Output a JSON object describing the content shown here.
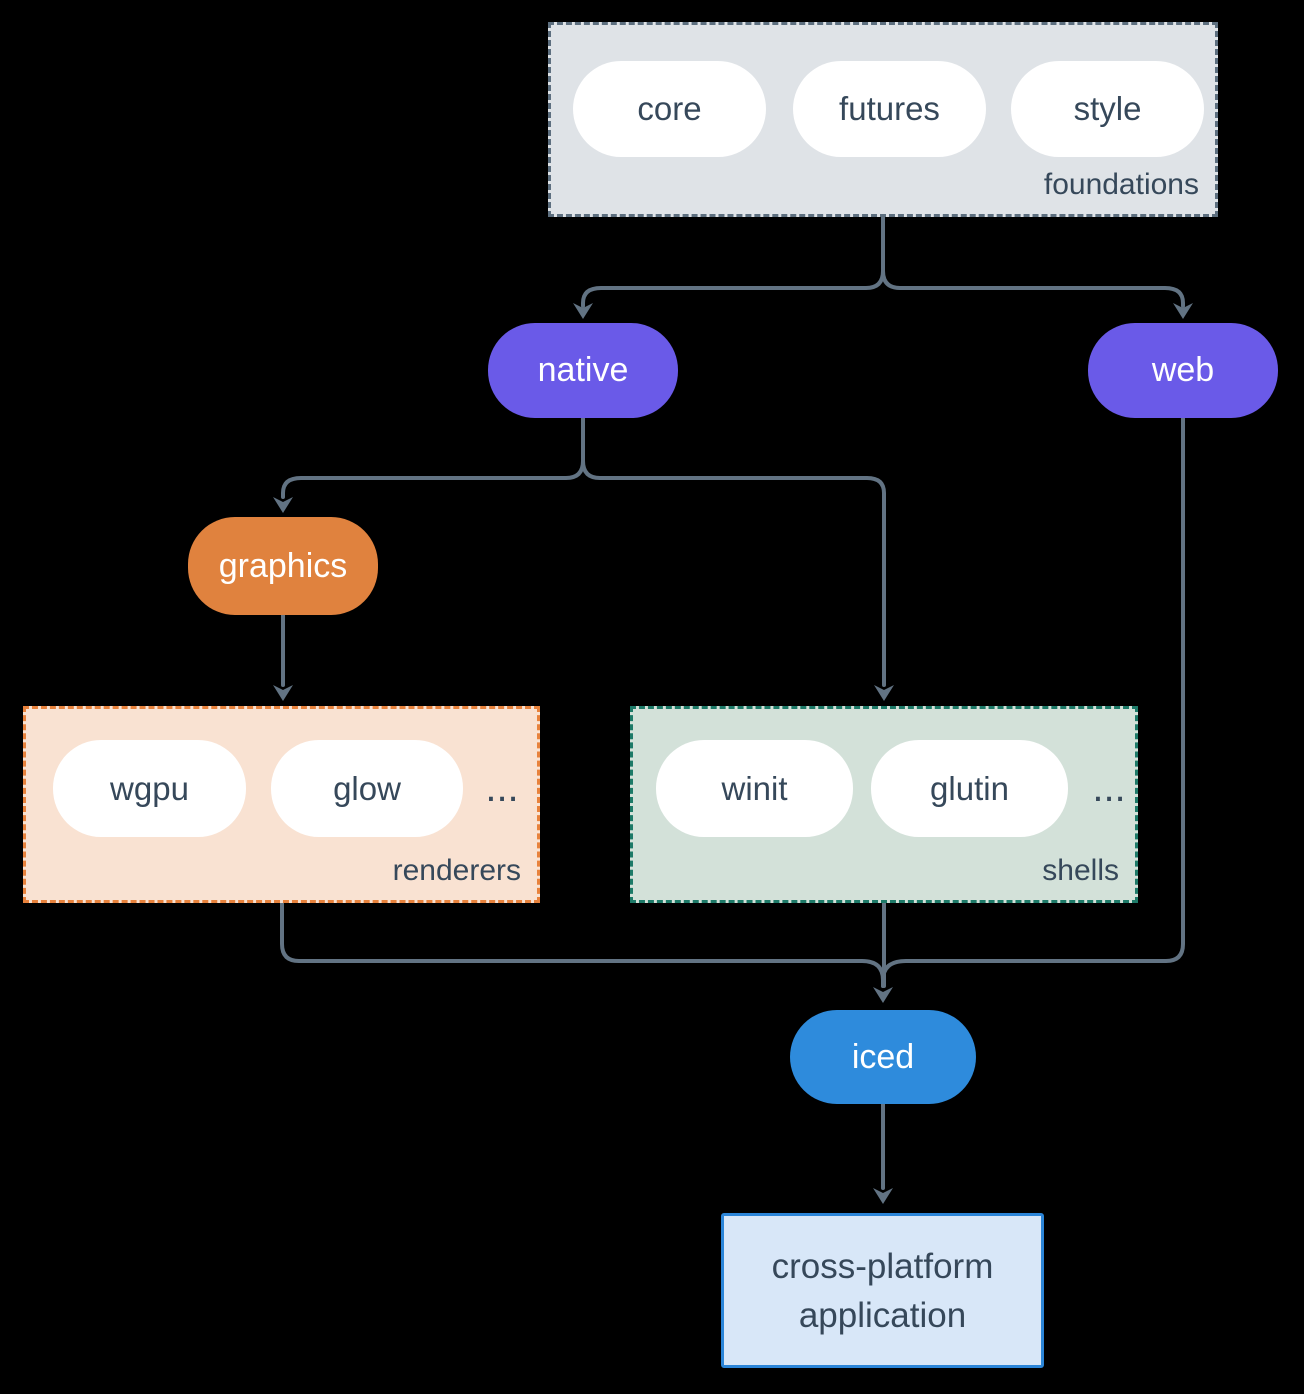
{
  "foundations": {
    "label": "foundations",
    "items": [
      "core",
      "futures",
      "style"
    ]
  },
  "nodes": {
    "native": "native",
    "web": "web",
    "graphics": "graphics",
    "iced": "iced"
  },
  "renderers": {
    "label": "renderers",
    "items": [
      "wgpu",
      "glow"
    ],
    "more": "..."
  },
  "shells": {
    "label": "shells",
    "items": [
      "winit",
      "glutin"
    ],
    "more": "..."
  },
  "application": {
    "label": "cross-platform application"
  },
  "colors": {
    "background": "#000000",
    "connector": "#627383",
    "text_dark": "#36485a",
    "node_purple": "#6a5ae8",
    "node_orange": "#e0823e",
    "node_blue": "#2e8bdc",
    "foundations_fill": "#dfe3e7",
    "foundations_border": "#5d6f7f",
    "renderers_fill": "#f9e2d2",
    "renderers_border": "#e8823c",
    "shells_fill": "#d3e1d9",
    "shells_border": "#1d7a68",
    "application_fill": "#d8e7f8",
    "application_border": "#2b85d8",
    "pill_fill": "#ffffff"
  }
}
